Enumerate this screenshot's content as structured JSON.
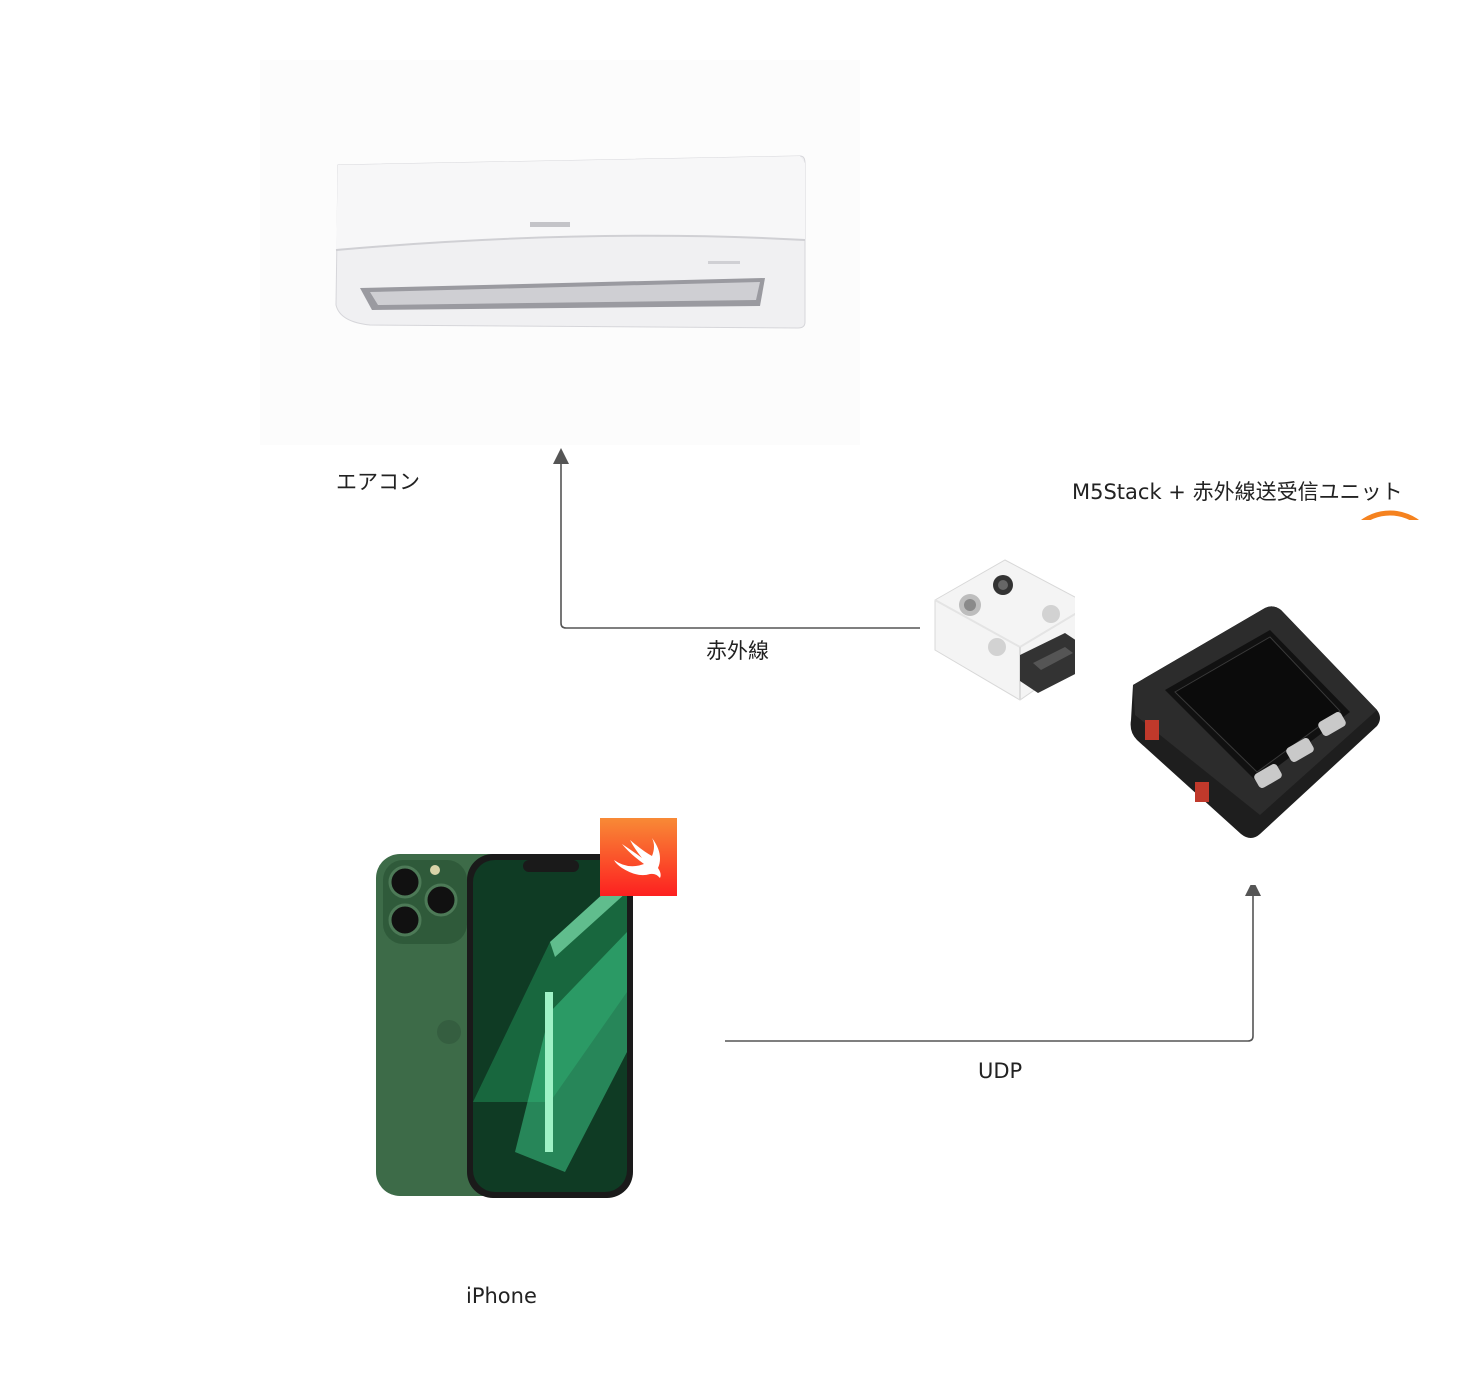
{
  "nodes": {
    "aircon": {
      "label": "エアコン"
    },
    "m5stack": {
      "label": "M5Stack + 赤外線送受信ユニット"
    },
    "iphone": {
      "label": "iPhone"
    }
  },
  "edges": {
    "ir": {
      "label": "赤外線"
    },
    "udp": {
      "label": "UDP"
    }
  },
  "icons": {
    "platformio": "platformio-logo-icon",
    "swift": "swift-logo-icon"
  },
  "colors": {
    "arrow": "#555555",
    "platformio_orange": "#f5821f",
    "swift_orange": "#f05138",
    "iphone_green": "#2f5a3a"
  }
}
